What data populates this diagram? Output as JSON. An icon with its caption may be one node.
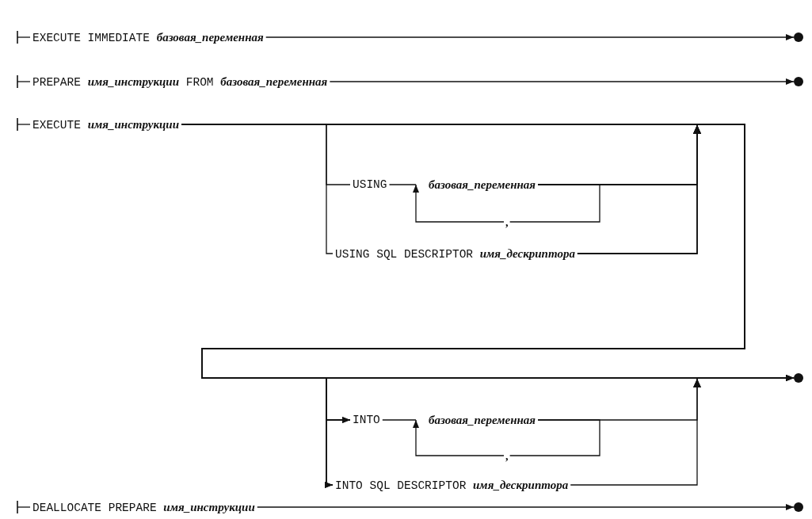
{
  "diagram": {
    "nodes": [
      {
        "text": [
          "EXECUTE IMMEDIATE *базовая_переменная*"
        ]
      },
      {
        "text": [],
        "shape": "circle"
      },
      {
        "text": [
          "PREPARE *имя_инструкции* FROM *базовая_переменная*"
        ]
      },
      {
        "text": [],
        "shape": "circle"
      },
      {
        "text": [
          "EXECUTE *имя_инструкции*"
        ]
      },
      {
        "text": [
          "USING"
        ]
      },
      {
        "text": [
          "базовая_переменная"
        ]
      },
      {
        "text": [
          ","
        ]
      },
      {
        "text": [
          "USING SQL DESCRIPTOR *имя_дескриптора*"
        ]
      },
      {
        "text": [
          "INTO"
        ]
      },
      {
        "text": [
          "базовая_переменная"
        ]
      },
      {
        "text": [
          ","
        ]
      },
      {
        "text": [
          "INTO SQL DESCRIPTOR *имя_дескриптора*"
        ]
      },
      {
        "text": [],
        "shape": "circle"
      },
      {
        "text": [
          "DEALLOCATE PREPARE *имя_инструкции*"
        ]
      },
      {
        "text": [],
        "shape": "circle"
      }
    ],
    "edges": [
      {
        "from": null,
        "to": 0,
        "arrow": "other"
      },
      {
        "from": 0,
        "to": 1,
        "arrow": "to"
      },
      {
        "from": null,
        "to": 2,
        "arrow": "other"
      },
      {
        "from": 2,
        "to": 3,
        "arrow": "to"
      },
      {
        "from": null,
        "to": 4,
        "arrow": "other"
      },
      {
        "from": 4,
        "to": 5,
        "arrow": "none"
      },
      {
        "from": 4,
        "to": 8,
        "arrow": "none"
      },
      {
        "from": 5,
        "to": 6,
        "arrow": "none"
      },
      {
        "from": 6,
        "to": 7,
        "arrow": "none"
      },
      {
        "from": 7,
        "to": 6,
        "arrow": "to"
      },
      {
        "from": 4,
        "to": 9,
        "arrow": "none"
      },
      {
        "from": 4,
        "to": 12,
        "arrow": "none"
      },
      {
        "from": 4,
        "to": 13,
        "arrow": "to"
      },
      {
        "from": 6,
        "to": 9,
        "arrow": "to"
      },
      {
        "from": 6,
        "to": 12,
        "arrow": "to"
      },
      {
        "from": 6,
        "to": 13,
        "arrow": "to"
      },
      {
        "from": 8,
        "to": 9,
        "arrow": "to"
      },
      {
        "from": 8,
        "to": 12,
        "arrow": "to"
      },
      {
        "from": 8,
        "to": 13,
        "arrow": "to"
      },
      {
        "from": 9,
        "to": 10,
        "arrow": "none"
      },
      {
        "from": 10,
        "to": 11,
        "arrow": "none"
      },
      {
        "from": 11,
        "to": 10,
        "arrow": "to"
      },
      {
        "from": 10,
        "to": 13,
        "arrow": "to"
      },
      {
        "from": 12,
        "to": 13,
        "arrow": "to"
      },
      {
        "from": null,
        "to": 14,
        "arrow": "other"
      },
      {
        "from": 14,
        "to": 15,
        "arrow": "to"
      }
    ]
  }
}
